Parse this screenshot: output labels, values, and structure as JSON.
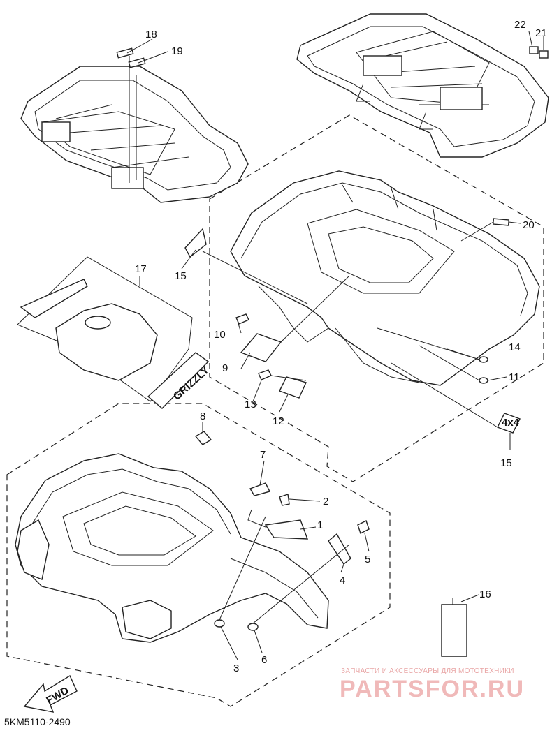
{
  "callouts": [
    "1",
    "2",
    "3",
    "4",
    "5",
    "6",
    "7",
    "8",
    "9",
    "10",
    "11",
    "12",
    "13",
    "14",
    "15",
    "15",
    "16",
    "17",
    "18",
    "19",
    "20",
    "21",
    "22"
  ],
  "decal_text": {
    "grizzly": "GRIZZLY",
    "badge_4x4": "4x4",
    "fwd": "FWD"
  },
  "diagram_code": "5KM5110-2490",
  "watermark": {
    "tagline": "ЗАПЧАСТИ И АКСЕССУАРЫ ДЛЯ МОТОТЕХНИКИ",
    "brand": "PARTSFOR.RU"
  },
  "colors": {
    "line": "#222222",
    "background": "#ffffff",
    "watermark": "#f0b9b9"
  }
}
